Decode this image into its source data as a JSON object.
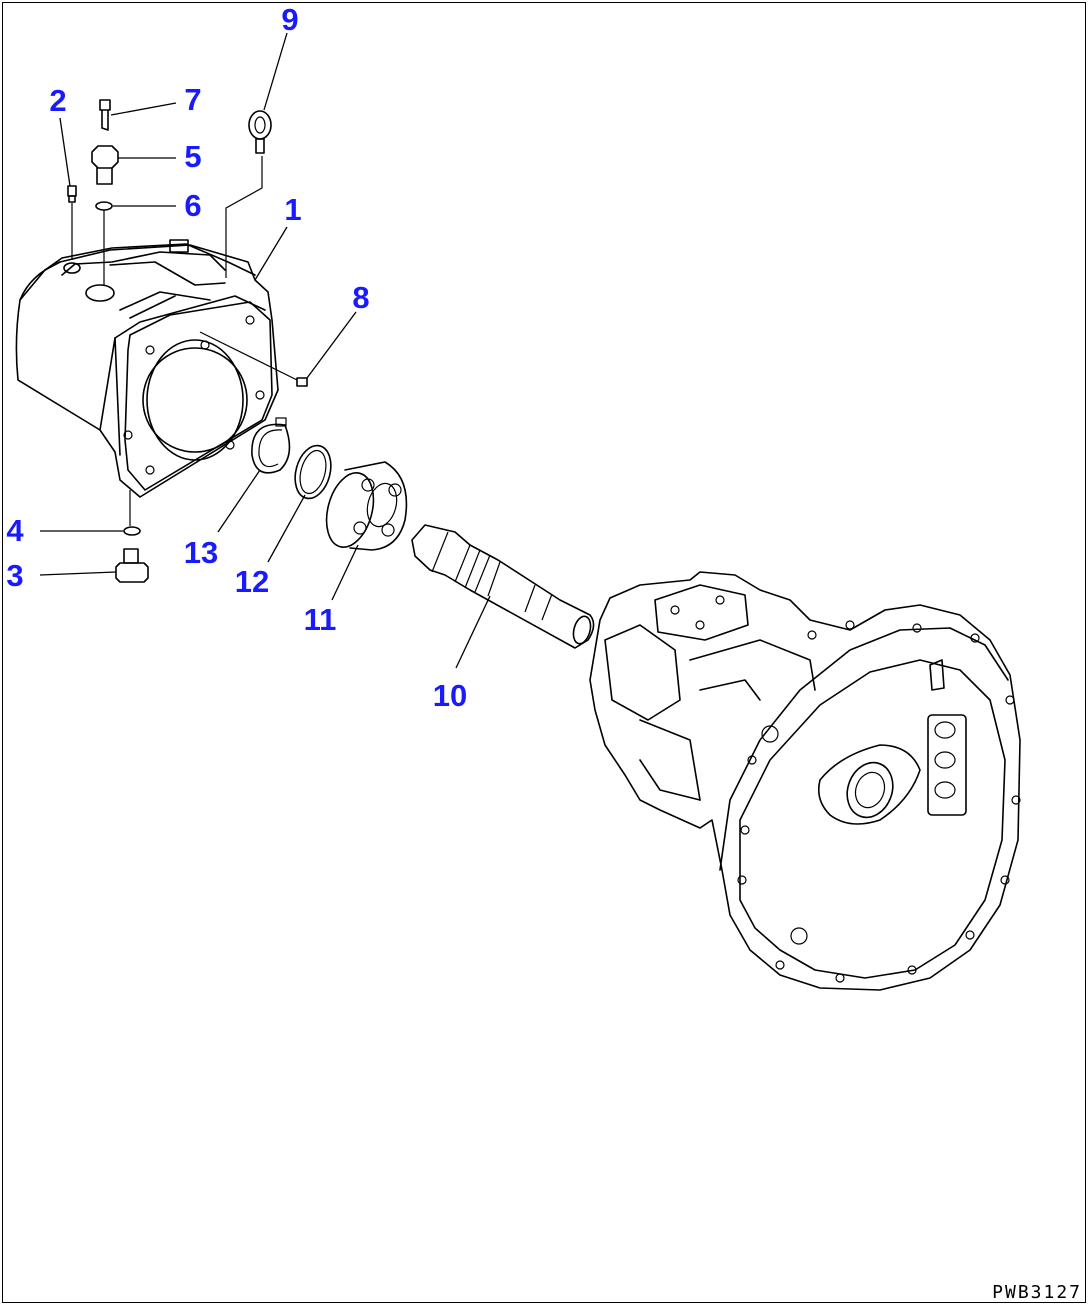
{
  "drawing_code": "PWB3127",
  "callout_color": "#1a1aff",
  "line_color": "#000000",
  "callouts": {
    "c1": "1",
    "c2": "2",
    "c3": "3",
    "c4": "4",
    "c5": "5",
    "c6": "6",
    "c7": "7",
    "c8": "8",
    "c9": "9",
    "c10": "10",
    "c11": "11",
    "c12": "12",
    "c13": "13"
  }
}
